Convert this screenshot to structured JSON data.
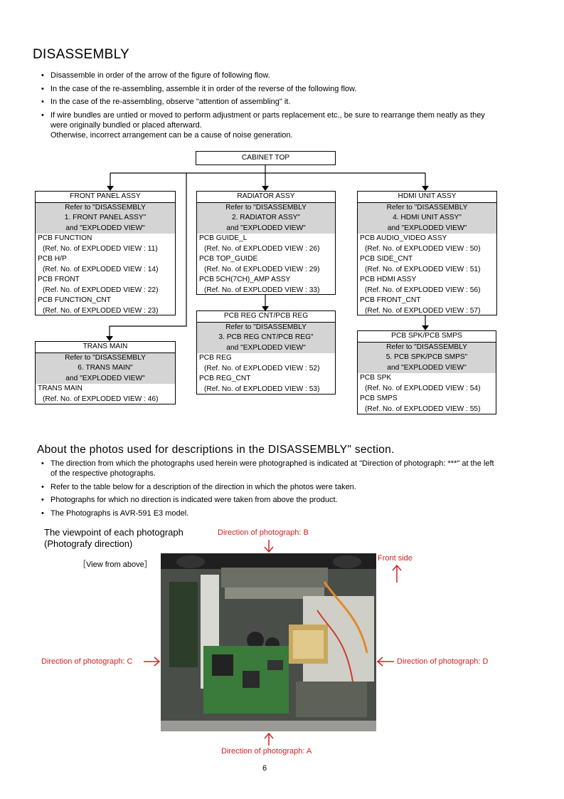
{
  "title": "DISASSEMBLY",
  "bullets": [
    "Disassemble in order of the arrow of the figure of following flow.",
    "In the case of the re-assembling, assemble it in order of the reverse of the following flow.",
    "In the case of the re-assembling, observe \"attention of assembling\" it.",
    "If wire bundles are untied or moved to perform adjustment or parts replacement etc., be sure to rearrange them neatly as they were originally bundled or placed afterward.",
    "Otherwise, incorrect arrangement can be a cause of noise generation."
  ],
  "flow": {
    "cabinet_top": "CABINET TOP",
    "front_panel": {
      "title": "FRONT PANEL ASSY",
      "refer": [
        "Refer to \"DISASSEMBLY",
        "1. FRONT PANEL ASSY\"",
        "and \"EXPLODED VIEW\""
      ],
      "items": [
        {
          "name": "PCB FUNCTION",
          "ref": "(Ref. No. of EXPLODED VIEW : 11)"
        },
        {
          "name": "PCB H/P",
          "ref": "(Ref. No. of EXPLODED VIEW : 14)"
        },
        {
          "name": "PCB FRONT",
          "ref": "(Ref. No. of EXPLODED VIEW : 22)"
        },
        {
          "name": "PCB  FUNCTION_CNT",
          "ref": "(Ref. No. of EXPLODED VIEW : 23)"
        }
      ]
    },
    "radiator": {
      "title": "RADIATOR ASSY",
      "refer": [
        "Refer to \"DISASSEMBLY",
        "2. RADIATOR ASSY\"",
        "and \"EXPLODED VIEW\""
      ],
      "items": [
        {
          "name": "PCB GUIDE_L",
          "ref": "(Ref. No. of EXPLODED VIEW : 26)"
        },
        {
          "name": "PCB TOP_GUIDE",
          "ref": "(Ref. No. of EXPLODED VIEW : 29)"
        },
        {
          "name": "PCB 5CH(7CH)_AMP ASSY",
          "ref": "(Ref. No. of EXPLODED VIEW : 33)"
        }
      ]
    },
    "hdmi": {
      "title": "HDMI UNIT ASSY",
      "refer": [
        "Refer to \"DISASSEMBLY",
        "4. HDMI UNIT ASSY\"",
        "and \"EXPLODED VIEW\""
      ],
      "items": [
        {
          "name": "PCB AUDIO_VIDEO ASSY",
          "ref": "(Ref. No. of EXPLODED VIEW : 50)"
        },
        {
          "name": "PCB SIDE_CNT",
          "ref": "(Ref. No. of EXPLODED VIEW : 51)"
        },
        {
          "name": "PCB HDMI ASSY",
          "ref": "(Ref. No. of EXPLODED VIEW : 56)"
        },
        {
          "name": "PCB FRONT_CNT",
          "ref": "(Ref. No. of EXPLODED VIEW : 57)"
        }
      ]
    },
    "trans": {
      "title": "TRANS MAIN",
      "refer": [
        "Refer to \"DISASSEMBLY",
        "6. TRANS MAIN\"",
        "and \"EXPLODED VIEW\""
      ],
      "items": [
        {
          "name": "TRANS MAIN",
          "ref": "(Ref. No. of EXPLODED VIEW : 46)"
        }
      ]
    },
    "reg": {
      "title": "PCB REG CNT/PCB REG",
      "refer": [
        "Refer to \"DISASSEMBLY",
        "3. PCB REG CNT/PCB REG\"",
        "and \"EXPLODED VIEW\""
      ],
      "items": [
        {
          "name": "PCB REG",
          "ref": "(Ref. No. of EXPLODED VIEW : 52)"
        },
        {
          "name": "PCB REG_CNT",
          "ref": "(Ref. No. of EXPLODED VIEW : 53)"
        }
      ]
    },
    "spk": {
      "title": "PCB SPK/PCB SMPS",
      "refer": [
        "Refer to \"DISASSEMBLY",
        "5. PCB SPK/PCB SMPS\"",
        "and \"EXPLODED VIEW\""
      ],
      "items": [
        {
          "name": "PCB SPK",
          "ref": "(Ref. No. of EXPLODED VIEW : 54)"
        },
        {
          "name": "PCB SMPS",
          "ref": "(Ref. No. of EXPLODED VIEW : 55)"
        }
      ]
    }
  },
  "about": {
    "heading": "About the photos used for descriptions in the DISASSEMBLY\" section.",
    "bullets": [
      "The direction from which the photographs used herein were photographed is indicated at \"Direction of photograph: ***\" at the left of the respective photographs.",
      "Refer to the table below for a description of the direction in which the photos were taken.",
      "Photographs for which no direction is indicated were taken from above the product.",
      "The Photographs is AVR-591 E3 model."
    ]
  },
  "viewpoint": {
    "line1": "The viewpoint of each photograph",
    "line2": "(Photografy direction)",
    "view_from_above": "［View from above］",
    "dir_a": "Direction of photograph: A",
    "dir_b": "Direction of photograph: B",
    "dir_c": "Direction of photograph: C",
    "dir_d": "Direction of photograph: D",
    "front_side": "Front side"
  },
  "page_number": "6",
  "colors": {
    "annotation_red": "#d32020",
    "grey_band": "#d4d4d4"
  }
}
